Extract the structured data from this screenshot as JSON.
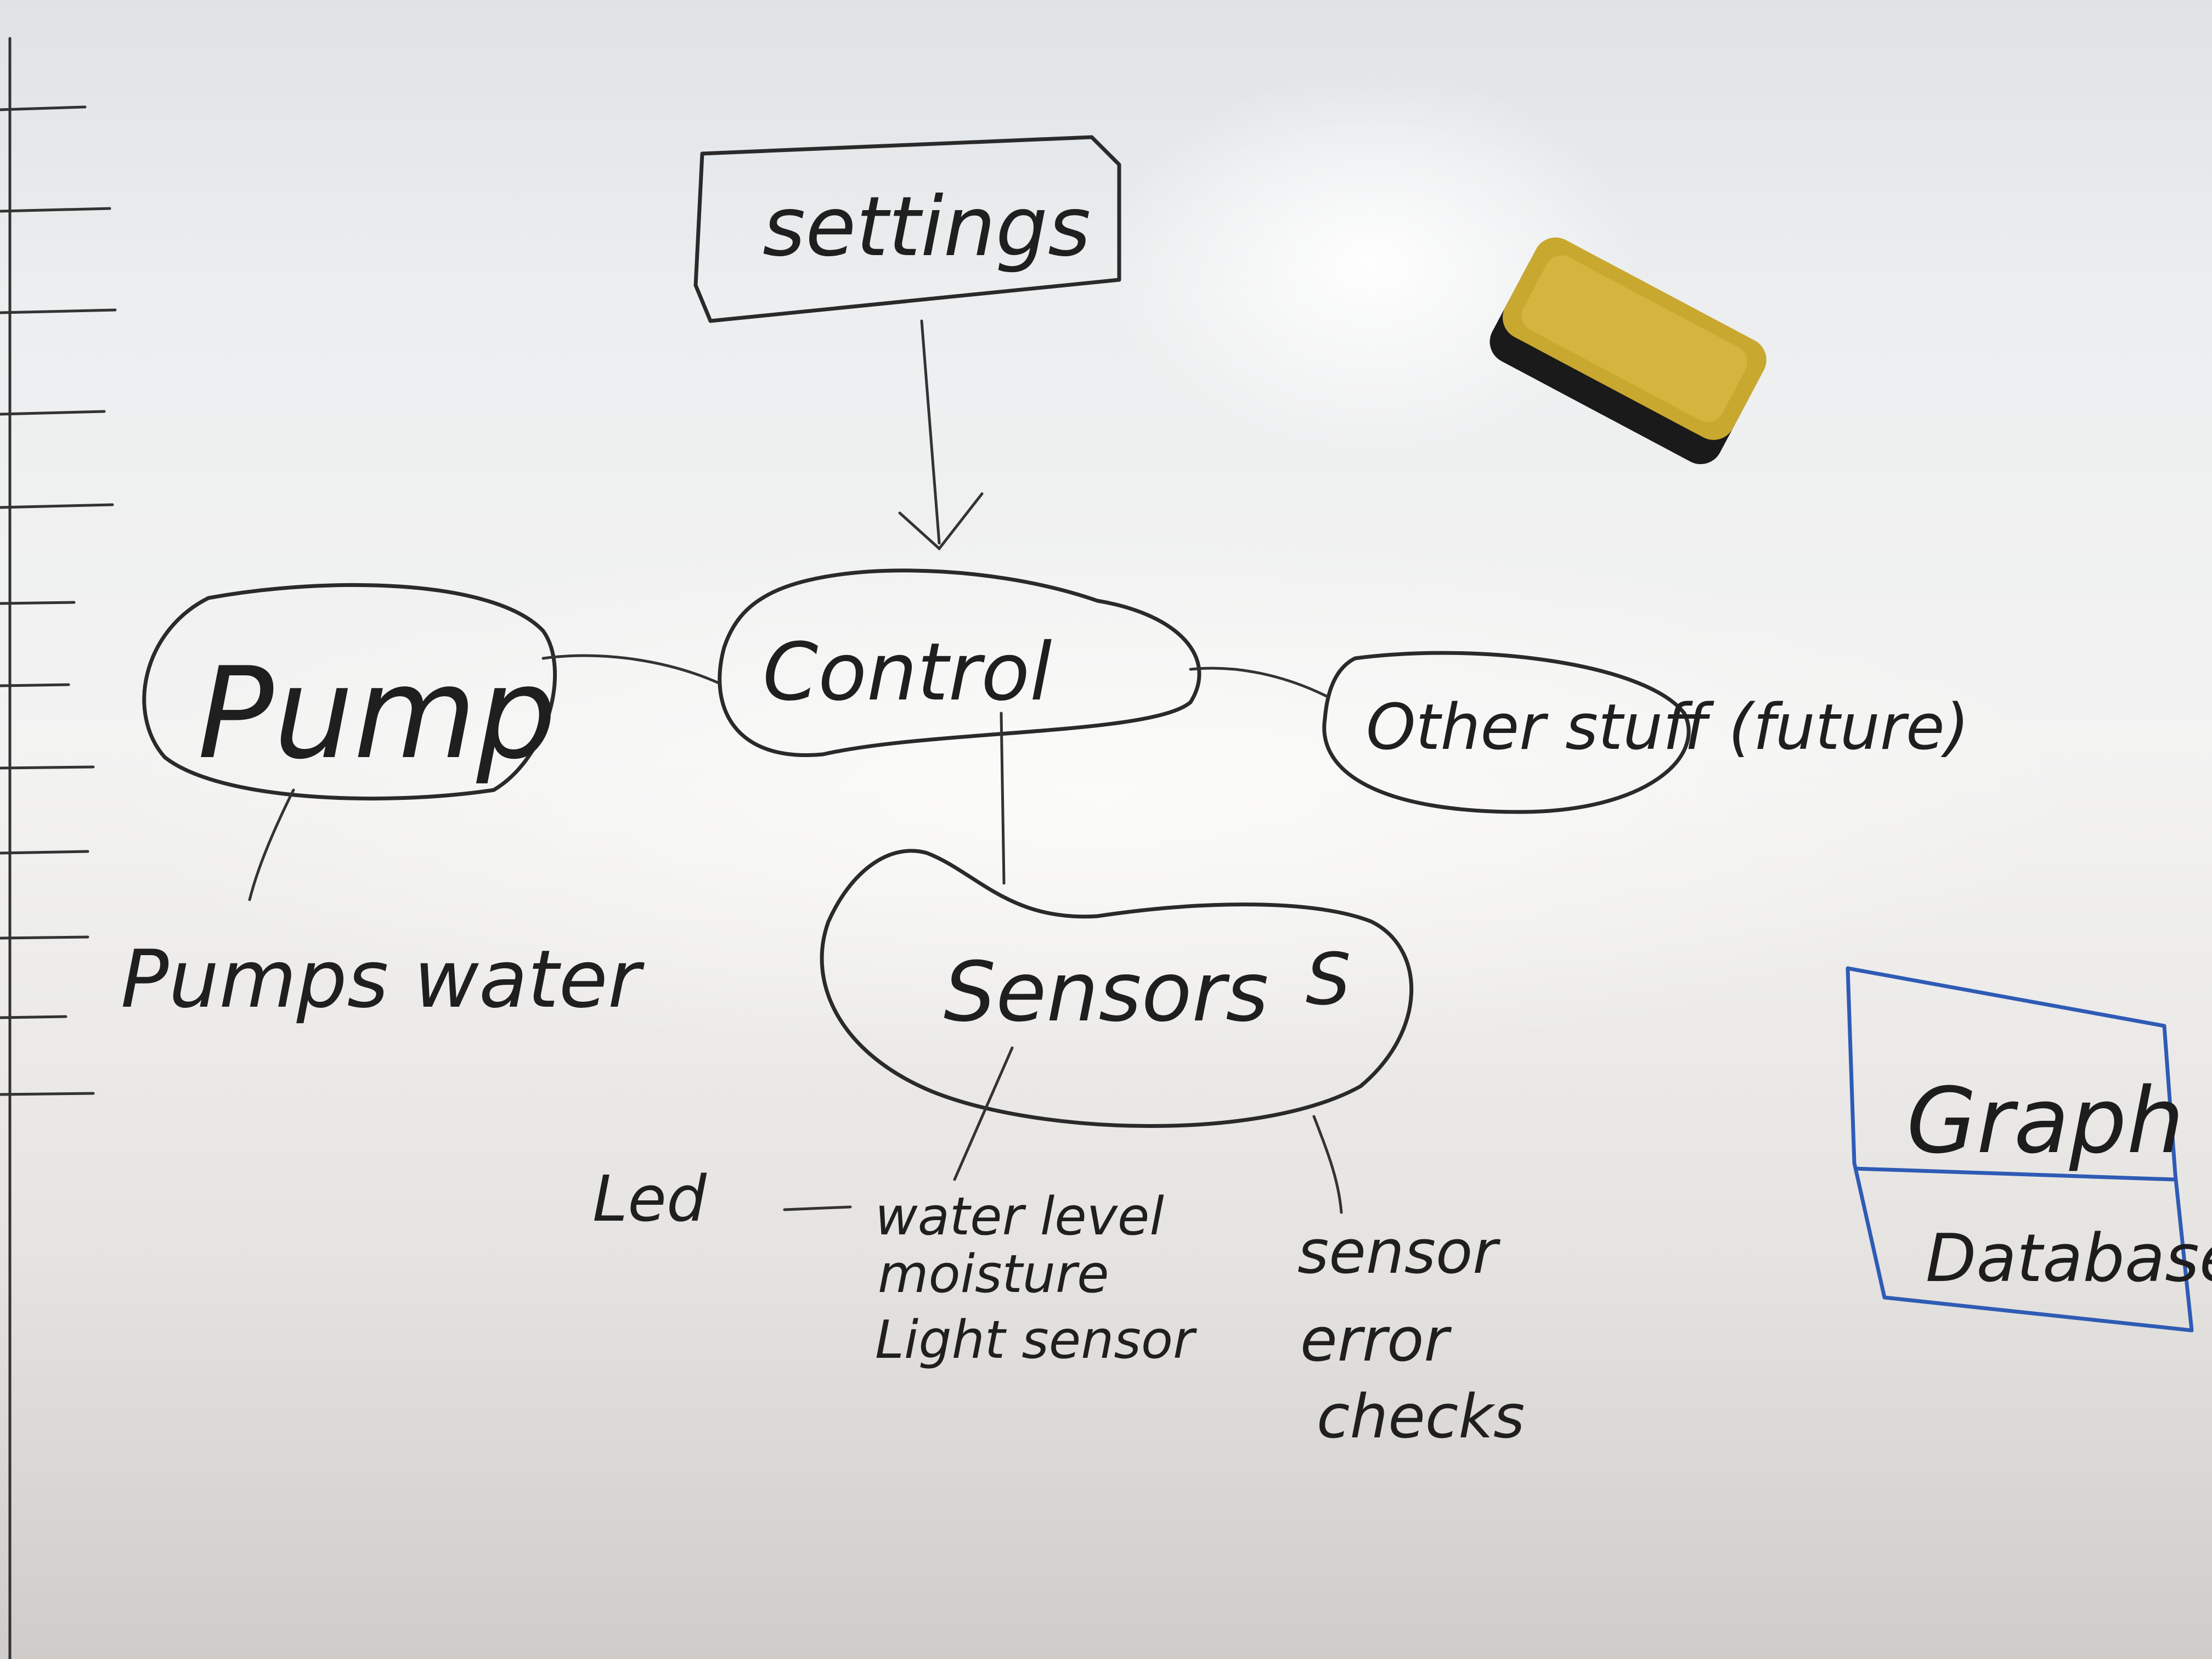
{
  "whiteboard": {
    "settings": "settings",
    "control": "Control",
    "pump": "Pump",
    "pump_note": "Pumps water",
    "other": "Other stuff (future)",
    "sensors": "Sensors",
    "sensors_s": "S",
    "led": "Led",
    "sensor_list": [
      "water level",
      "moisture",
      "Light sensor"
    ],
    "error_checks": [
      "sensor",
      "error",
      "checks"
    ],
    "graph": "Graph",
    "database": "Database"
  },
  "colors": {
    "ink": "#2a2a2a",
    "blue_marker": "#2e5bb5",
    "eraser_felt": "#c9a830",
    "eraser_base": "#1a1a1a"
  }
}
